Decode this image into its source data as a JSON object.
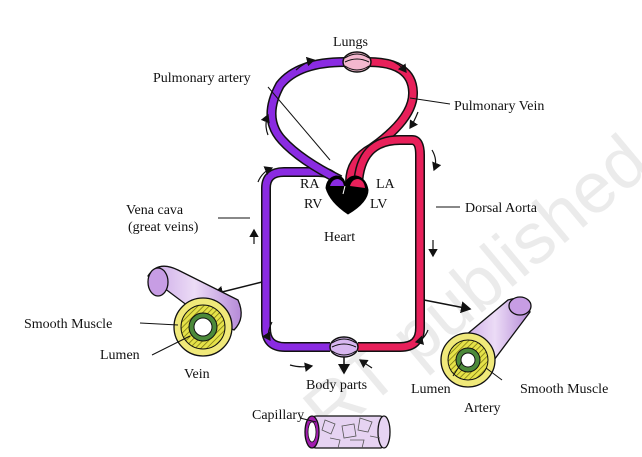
{
  "labels": {
    "lungs": "Lungs",
    "pulmonary_artery": "Pulmonary artery",
    "pulmonary_vein": "Pulmonary Vein",
    "ra": "RA",
    "la": "LA",
    "rv": "RV",
    "lv": "LV",
    "heart": "Heart",
    "vena_cava_line1": "Vena cava",
    "vena_cava_line2": "(great veins)",
    "dorsal_aorta": "Dorsal Aorta",
    "smooth_muscle_left": "Smooth Muscle",
    "lumen_left": "Lumen",
    "vein": "Vein",
    "body_parts": "Body parts",
    "lumen_right": "Lumen",
    "smooth_muscle_right": "Smooth Muscle",
    "artery": "Artery",
    "capillary": "Capillary"
  },
  "watermark": "RT published",
  "colors": {
    "deoxygenated": "#8a2be2",
    "oxygenated": "#e8205a",
    "vessel_wall": "#d9b8ef",
    "muscle_ring": "#d6d23a",
    "heart_fill": "#000000",
    "capillary_fill": "#e6d3f2"
  }
}
